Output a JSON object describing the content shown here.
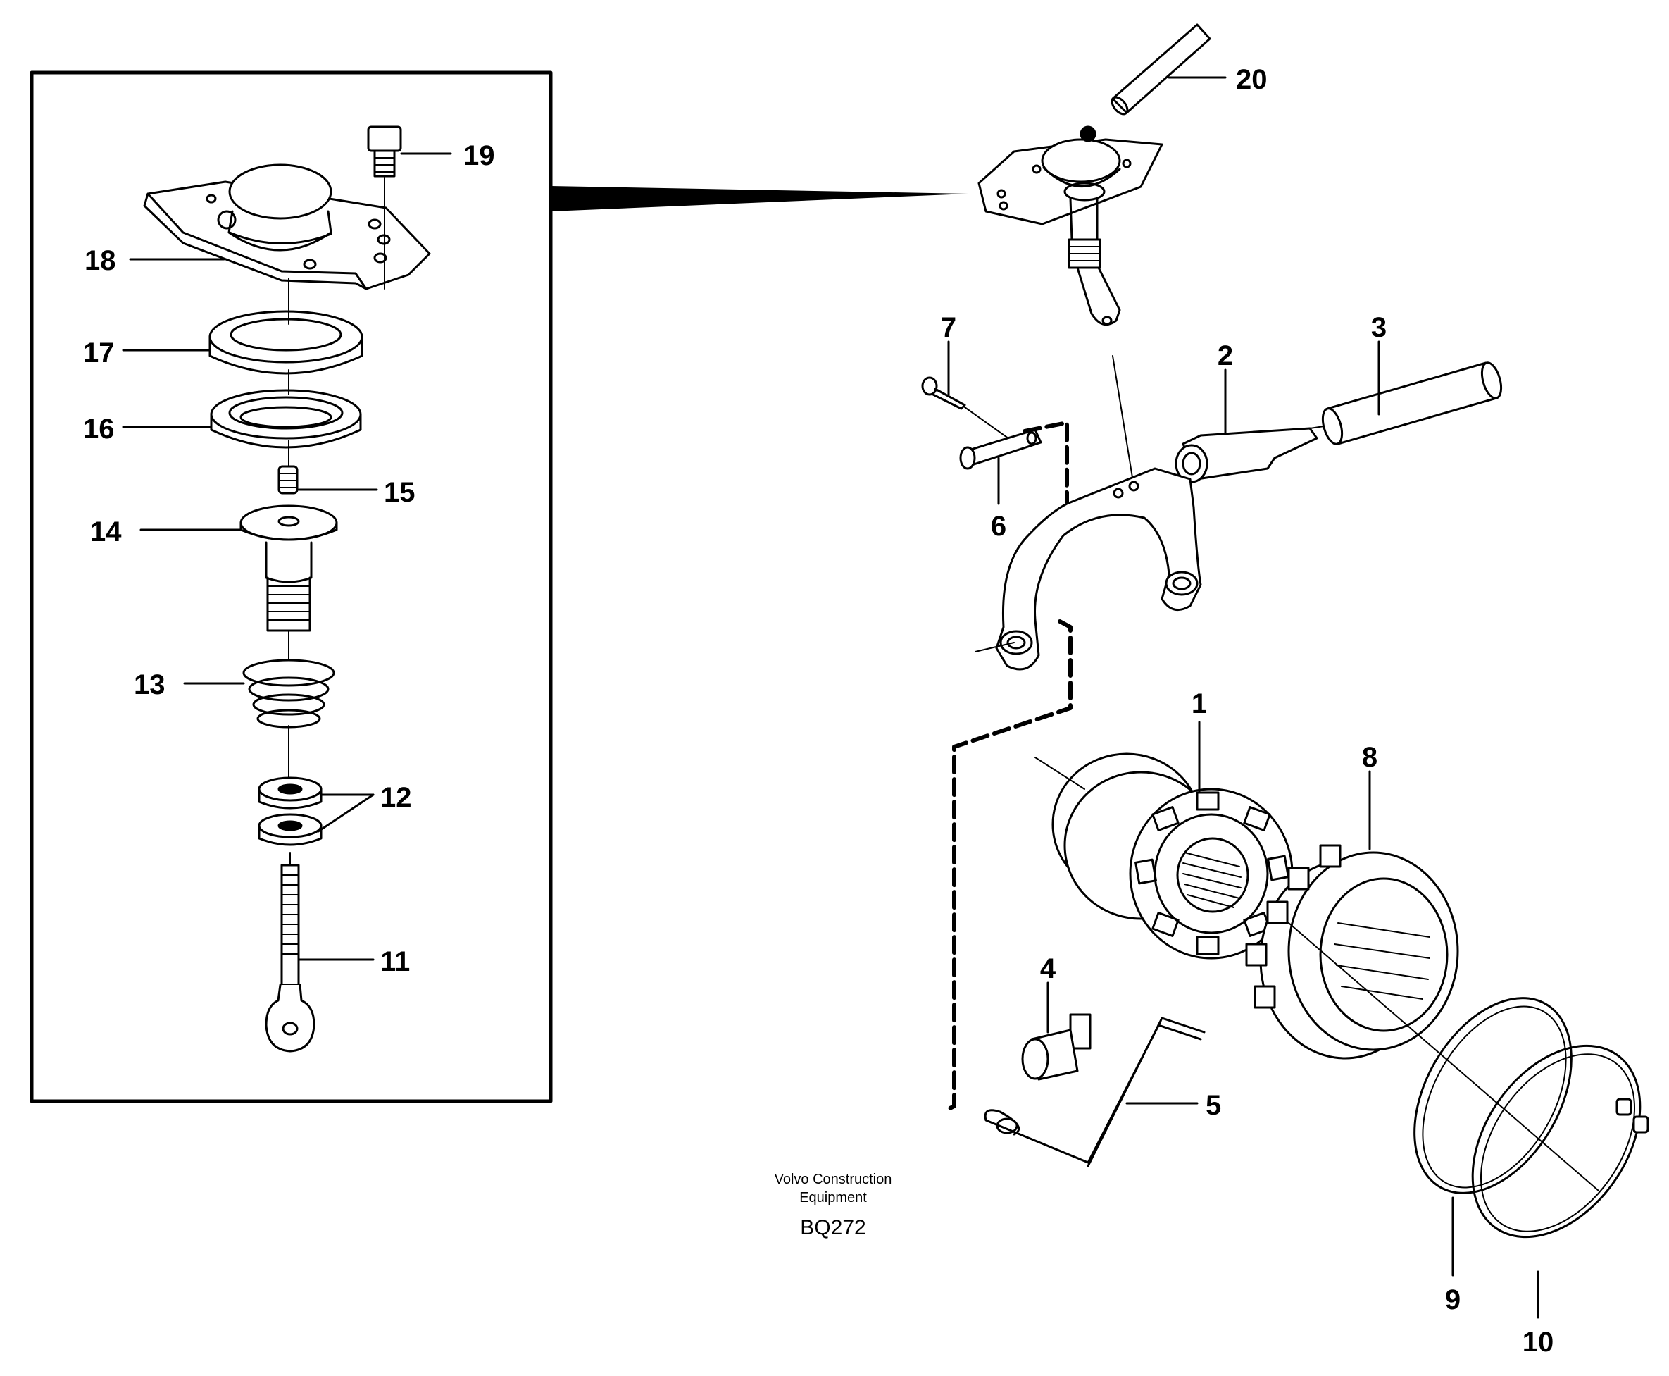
{
  "callouts": {
    "p1": "1",
    "p2": "2",
    "p3": "3",
    "p4": "4",
    "p5": "5",
    "p6": "6",
    "p7": "7",
    "p8": "8",
    "p9": "9",
    "p10": "10",
    "p11": "11",
    "p12": "12",
    "p13": "13",
    "p14": "14",
    "p15": "15",
    "p16": "16",
    "p17": "17",
    "p18": "18",
    "p19": "19",
    "p20": "20"
  },
  "credit": {
    "line1": "Volvo Construction",
    "line2": "Equipment",
    "code": "BQ272"
  }
}
